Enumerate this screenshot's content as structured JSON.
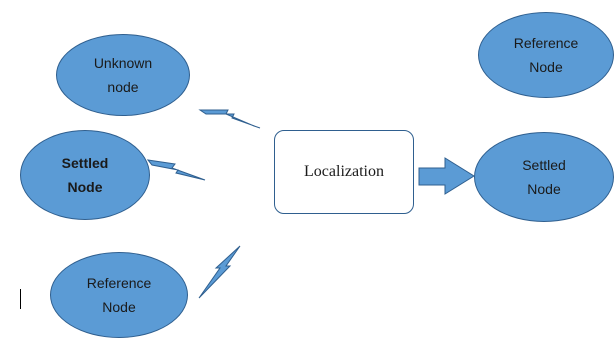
{
  "diagram": {
    "nodes": [
      {
        "id": "unknown",
        "lines": [
          "Unknown",
          "node"
        ]
      },
      {
        "id": "settled-left",
        "lines": [
          "Settled",
          "Node"
        ]
      },
      {
        "id": "reference-left",
        "lines": [
          "Reference",
          "Node"
        ]
      },
      {
        "id": "reference-right",
        "lines": [
          "Reference",
          "Node"
        ]
      },
      {
        "id": "settled-right",
        "lines": [
          "Settled",
          "Node"
        ]
      }
    ],
    "process": {
      "label": "Localization"
    },
    "colors": {
      "node_fill": "#5b9bd5",
      "node_border": "#2f5f8f",
      "box_border": "#2f5f8f",
      "arrow_fill": "#5b9bd5",
      "bolt_fill": "#5b9bd5",
      "text": "#1a1a1a"
    }
  }
}
